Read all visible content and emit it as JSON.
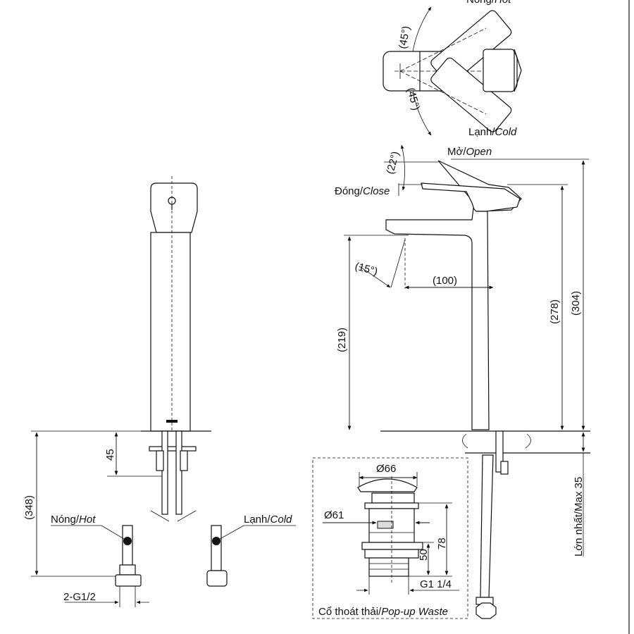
{
  "labels": {
    "hot_top": "Nóng/",
    "hot_top_it": "Hot",
    "cold_top": "Lạnh/",
    "cold_top_it": "Cold",
    "angle_45_a": "(45°)",
    "angle_45_b": "(45°)",
    "open": "Mở/",
    "open_it": "Open",
    "close": "Đóng/",
    "close_it": "Close",
    "angle_22": "(22°)",
    "angle_15": "(15°)",
    "dim_100": "(100)",
    "dim_219": "(219)",
    "dim_278": "(278)",
    "dim_304": "(304)",
    "dim_348": "(348)",
    "dim_45": "45",
    "hot_left": "Nóng/",
    "hot_left_it": "Hot",
    "cold_left": "Lạnh/",
    "cold_left_it": "Cold",
    "thread": "2-G1/2",
    "dia_66": "Ø66",
    "dia_61": "Ø61",
    "dim_78": "78",
    "dim_50": "50",
    "g1": "G1 1/4",
    "max35": "Lớn nhất/Max 35",
    "waste": "Cổ thoát thải/",
    "waste_it": "Pop-up Waste"
  }
}
